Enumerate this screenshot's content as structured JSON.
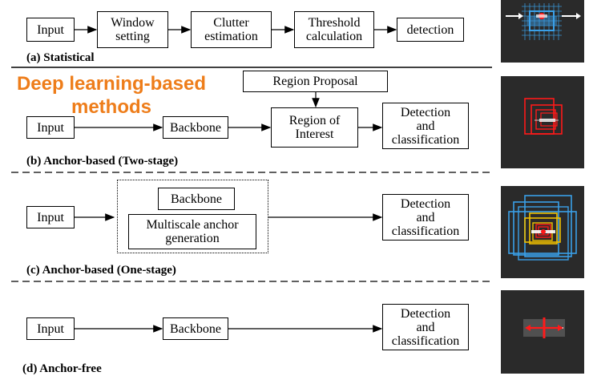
{
  "title": {
    "line1": "Deep learning-based",
    "line2": "methods"
  },
  "captions": {
    "a": "(a) Statistical",
    "b": "(b) Anchor-based  (Two-stage)",
    "c": "(c) Anchor-based  (One-stage)",
    "d": "(d) Anchor-free"
  },
  "row_a": {
    "input": "Input",
    "window": [
      "Window",
      "setting"
    ],
    "clutter": [
      "Clutter",
      "estimation"
    ],
    "threshold": [
      "Threshold",
      "calculation"
    ],
    "detection": "detection"
  },
  "row_b": {
    "input": "Input",
    "backbone": "Backbone",
    "region_proposal": "Region Proposal",
    "roi": [
      "Region of",
      "Interest"
    ],
    "detection": [
      "Detection",
      "and",
      "classification"
    ]
  },
  "row_c": {
    "input": "Input",
    "backbone": "Backbone",
    "multiscale": [
      "Multiscale anchor",
      "generation"
    ],
    "detection": [
      "Detection",
      "and",
      "classification"
    ]
  },
  "row_d": {
    "input": "Input",
    "backbone": "Backbone",
    "detection": [
      "Detection",
      "and",
      "classification"
    ]
  },
  "colors": {
    "title": "#ee7d1a",
    "grid_blue": "#3aa0e8",
    "anchor_red": "#ff1a1a",
    "anchor_yellow": "#f0c000",
    "thumb_bg": "#2a2a2a"
  }
}
